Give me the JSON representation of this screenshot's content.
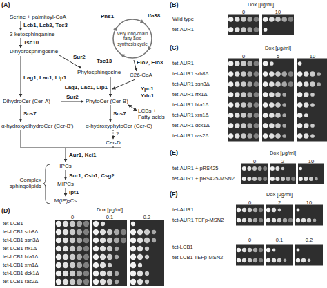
{
  "diagram": {
    "nodes": [
      {
        "text": [
          "Very long-chain fatty acid synthesis cycle"
        ]
      }
    ],
    "labels": [
      "(A)",
      "Serine + palmitoyl-CoA",
      "Lcb1, Lcb2, Tsc3",
      "3-ketosphinganine",
      "Tsc10",
      "Dihydrosphingosine",
      "Sur2",
      "Phytosphingosine",
      "Lag1, Lac1, Lip1",
      "Lag1, Lac1, Lip1",
      "DihydroCer (Cer-A)",
      "Sur2",
      "PhytoCer (Cer-B)",
      "Phs1",
      "Ifa38",
      "Tsc13",
      "Elo2, Elo3",
      "C26-CoA",
      "Ypc1",
      "Ydc1",
      "Scs7",
      "Scs7",
      "LCBs + Fatty acids",
      "α-hydroxydihydroCer (Cer-B')",
      "α-hydroxyphytoCer (Cer-C)",
      "?",
      "Cer-D",
      "Aur1, Kei1",
      "IPCs",
      "Complex sphingolipids",
      "Sur1, Csh1, Csg2",
      "MIPCs",
      "Ipt1",
      "M(IP)₂Cs",
      "(B)",
      "Dox [μg/ml]",
      "0",
      "10",
      "Wild type",
      "tet-AUR1",
      "(C)",
      "Dox [μg/ml]",
      "0",
      "5",
      "10",
      "tet-AUR1",
      "tet-AUR1 srb8Δ",
      "tet-AUR1 ssn3Δ",
      "tet-AUR1 rfx1Δ",
      "tet-AUR1 hta1Δ",
      "tet-AUR1 xrn1Δ",
      "tet-AUR1 dck1Δ",
      "tet-AUR1 ras2Δ",
      "(E)",
      "Dox [μg/ml]",
      "0",
      "2",
      "10",
      "tet-AUR1 + pRS425",
      "tet-AUR1 + pRS425-MSN2",
      "(F)",
      "Dox [μg/ml]",
      "0",
      "2",
      "10",
      "tet-AUR1",
      "tet-AUR1 TEFp-MSN2",
      "0",
      "0.1",
      "0.2",
      "tet-LCB1",
      "tet-LCB1 TEFp-MSN2",
      "(D)",
      "Dox [μg/ml]",
      "0",
      "0.1",
      "0.2",
      "tet-LCB1",
      "tet-LCB1 srb8Δ",
      "tet-LCB1 ssn3Δ",
      "tet-LCB1 rfx1Δ",
      "tet-LCB1 hta1Δ",
      "tet-LCB1 xrn1Δ",
      "tet-LCB1 dck1Δ",
      "tet-LCB1 ras2Δ"
    ]
  }
}
